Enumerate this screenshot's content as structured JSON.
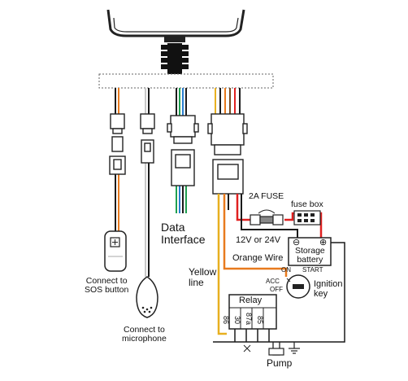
{
  "labels": {
    "data_interface": [
      "Data",
      "Interface"
    ],
    "sos": [
      "Connect to",
      "SOS button"
    ],
    "microphone": [
      "Connect to",
      "microphone"
    ],
    "yellow_line": [
      "Yellow",
      "line"
    ],
    "orange_wire": "Orange Wire",
    "fuse": "2A FUSE",
    "fuse_box": "fuse box",
    "voltage": "12V or 24V",
    "battery": [
      "Storage",
      "battery"
    ],
    "ignition_key": [
      "Ignition",
      "key"
    ],
    "relay": "Relay",
    "relay_pins": [
      "86",
      "30",
      "87a",
      "85"
    ],
    "pump": "Pump",
    "ignition_positions": [
      "ON",
      "START",
      "ACC",
      "OFF"
    ],
    "battery_terminals": [
      "⊖",
      "⊕"
    ]
  },
  "colors": {
    "wire_black": "#1a1a1a",
    "wire_red": "#e02020",
    "wire_orange": "#e87a1e",
    "wire_yellow": "#e8b020",
    "wire_green": "#1fa050",
    "wire_blue": "#2a7fd0",
    "wire_brown": "#7a4a20",
    "wire_white": "#c8c8c8"
  }
}
